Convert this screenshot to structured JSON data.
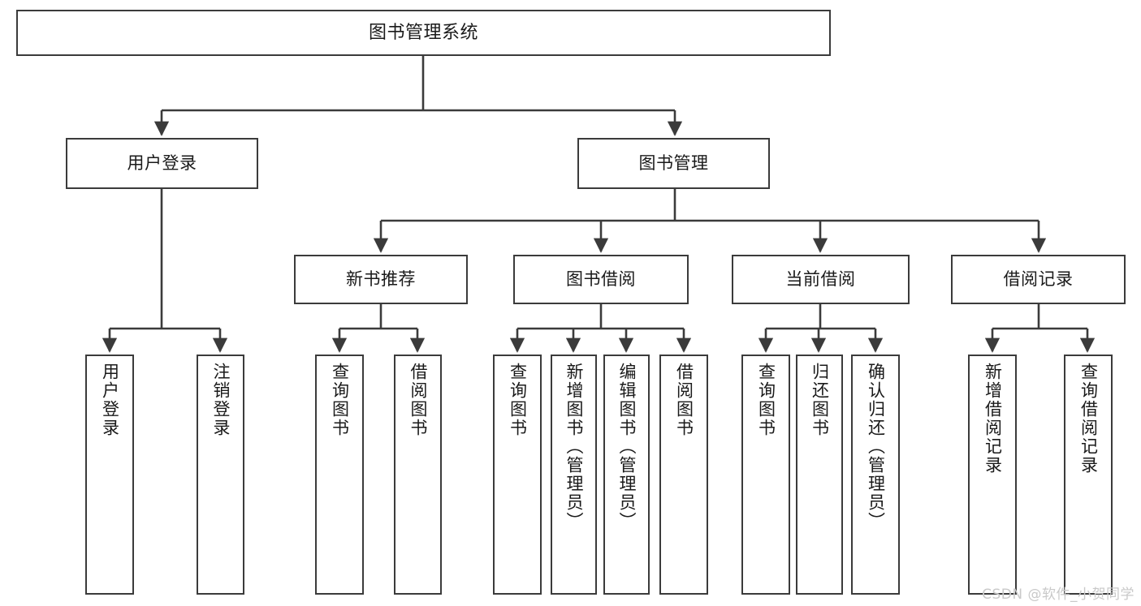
{
  "diagram": {
    "title": "图书管理系统",
    "type": "tree-hierarchy-chart",
    "watermark": "CSDN @软件_小贺同学",
    "colors": {
      "border": "#3b3b3b",
      "background": "#ffffff",
      "text": "#1a1a1a",
      "connector": "#3b3b3b",
      "watermark": "#c9c9c9"
    },
    "nodes": {
      "root": {
        "label": "图书管理系统"
      },
      "level2": [
        {
          "id": "user-login",
          "label": "用户登录"
        },
        {
          "id": "book-management",
          "label": "图书管理"
        }
      ],
      "level3": [
        {
          "id": "new-book-recommend",
          "label": "新书推荐"
        },
        {
          "id": "book-borrow",
          "label": "图书借阅"
        },
        {
          "id": "current-borrow",
          "label": "当前借阅"
        },
        {
          "id": "borrow-record",
          "label": "借阅记录"
        }
      ],
      "leaves": {
        "user_login": [
          {
            "id": "leaf-user-login",
            "label": "用户登录"
          },
          {
            "id": "leaf-logout-login",
            "label": "注销登录"
          }
        ],
        "new_book_recommend": [
          {
            "id": "leaf-query-book-1",
            "label": "查询图书"
          },
          {
            "id": "leaf-borrow-book-1",
            "label": "借阅图书"
          }
        ],
        "book_borrow": [
          {
            "id": "leaf-query-book-2",
            "label": "查询图书"
          },
          {
            "id": "leaf-add-book",
            "label": "新增图书（管理员）"
          },
          {
            "id": "leaf-edit-book",
            "label": "编辑图书（管理员）"
          },
          {
            "id": "leaf-borrow-book-2",
            "label": "借阅图书"
          }
        ],
        "current_borrow": [
          {
            "id": "leaf-query-book-3",
            "label": "查询图书"
          },
          {
            "id": "leaf-return-book",
            "label": "归还图书"
          },
          {
            "id": "leaf-confirm-return",
            "label": "确认归还（管理员）"
          }
        ],
        "borrow_record": [
          {
            "id": "leaf-add-borrow-record",
            "label": "新增借阅记录"
          },
          {
            "id": "leaf-query-borrow-record",
            "label": "查询借阅记录"
          }
        ]
      }
    }
  }
}
